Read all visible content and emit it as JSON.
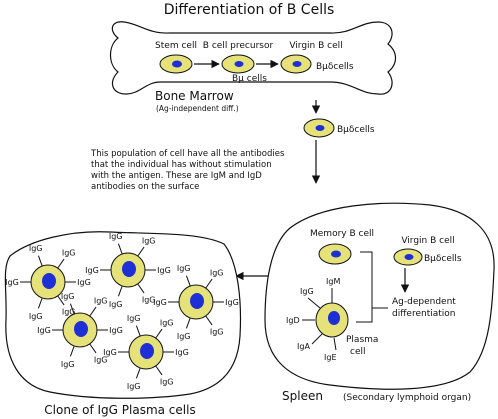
{
  "title": "Differentiation of B Cells",
  "bone_marrow": {
    "stem_cell": "Stem cell",
    "b_precursor": "B cell precursor",
    "b_precursor_sub": "Bμ cells",
    "virgin": "Virgin B cell",
    "virgin_sub": "Bμδcells",
    "name": "Bone Marrow",
    "note": "(Ag-independent diff.)"
  },
  "transit": {
    "cell_label": "Bμδcells",
    "description": [
      "This population of cell have all the antibodies",
      "that the individual has without stimulation",
      "with the antigen.  These are IgM and IgD",
      "antibodies on the surface"
    ]
  },
  "spleen": {
    "memory": "Memory B cell",
    "virgin": "Virgin B cell",
    "virgin_sub": "Bμδcells",
    "ag_dep_1": "Ag-dependent",
    "ag_dep_2": "differentiation",
    "igm": "IgM",
    "igg": "IgG",
    "igd": "IgD",
    "iga": "IgA",
    "ige": "IgE",
    "plasma_1": "Plasma",
    "plasma_2": "cell",
    "name": "Spleen",
    "name_note": "(Secondary lymphoid organ)"
  },
  "clone": {
    "igg": "IgG",
    "caption": "Clone of IgG Plasma cells"
  },
  "colors": {
    "cell_fill": "#e6e27a",
    "nucleus": "#1f2fd6",
    "outline": "#111111"
  }
}
